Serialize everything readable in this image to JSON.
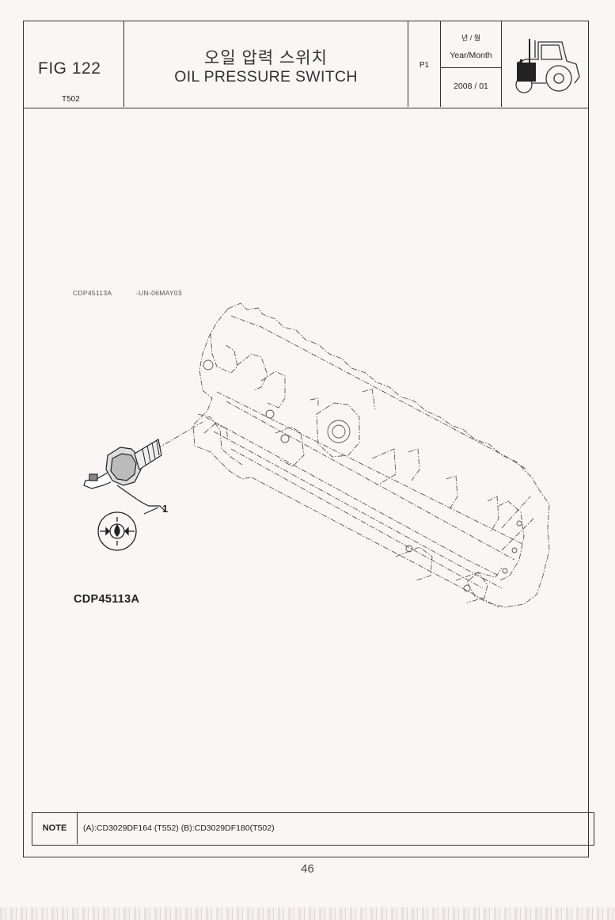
{
  "header": {
    "fig_label": "FIG 122",
    "fig_model": "T502",
    "title_ko": "오일 압력 스위치",
    "title_en": "OIL PRESSURE SWITCH",
    "page": "P1",
    "year_month_ko": "년 / 월",
    "year_month_en": "Year/Month",
    "date": "2008 / 01",
    "tractor_icon": "tractor-icon"
  },
  "figure": {
    "ref_code": "CDP45113A",
    "ref_date": "-UN-06MAY03",
    "part_callout": "1",
    "caption": "CDP45113A",
    "icons": [
      "oil-pressure-switch-icon",
      "engine-block-drawing",
      "oil-pressure-warning-icon"
    ]
  },
  "note": {
    "label": "NOTE",
    "text": "(A):CD3029DF164 (T552)  (B):CD3029DF180(T502)"
  },
  "footer": {
    "page_number": "46"
  }
}
